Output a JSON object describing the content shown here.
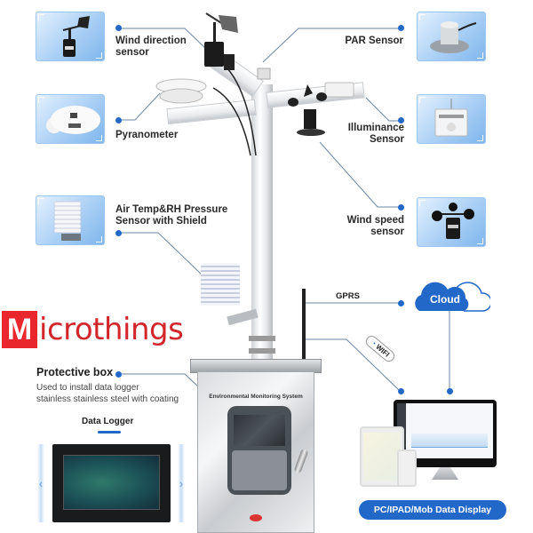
{
  "sensors": {
    "wind_direction": {
      "label_line1": "Wind direction",
      "label_line2": "sensor",
      "icon": "wind-vane-icon"
    },
    "pyranometer": {
      "label": "Pyranometer",
      "icon": "pyranometer-icon"
    },
    "air_temp": {
      "label_line1": "Air Temp&RH Pressure",
      "label_line2": "Sensor with Shield",
      "icon": "louvered-shield-icon"
    },
    "par": {
      "label": "PAR Sensor",
      "icon": "par-sensor-icon"
    },
    "illuminance": {
      "label_line1": "Illuminance",
      "label_line2": "Sensor",
      "icon": "illuminance-sensor-icon"
    },
    "wind_speed": {
      "label_line1": "Wind speed",
      "label_line2": "sensor",
      "icon": "cup-anemometer-icon"
    }
  },
  "brand": {
    "initial": "M",
    "rest": "icrothings"
  },
  "protective_box": {
    "title": "Protective box",
    "desc_line1": "Used to install data logger",
    "desc_line2": "stainless stainless steel with coating",
    "panel_title": "Environmental Monitoring System"
  },
  "data_logger": {
    "title": "Data Logger",
    "prev_icon": "chevron-left-icon",
    "next_icon": "chevron-right-icon"
  },
  "connectivity": {
    "gprs": "GPRS",
    "wifi": "WIFI",
    "cloud": "Cloud"
  },
  "display": {
    "label": "PC/IPAD/Mob Data Display"
  },
  "colors": {
    "accent": "#2268c9",
    "brand_red": "#e8262b",
    "thumb_light": "#e4f1ff",
    "thumb_dark": "#7fb6ec"
  }
}
